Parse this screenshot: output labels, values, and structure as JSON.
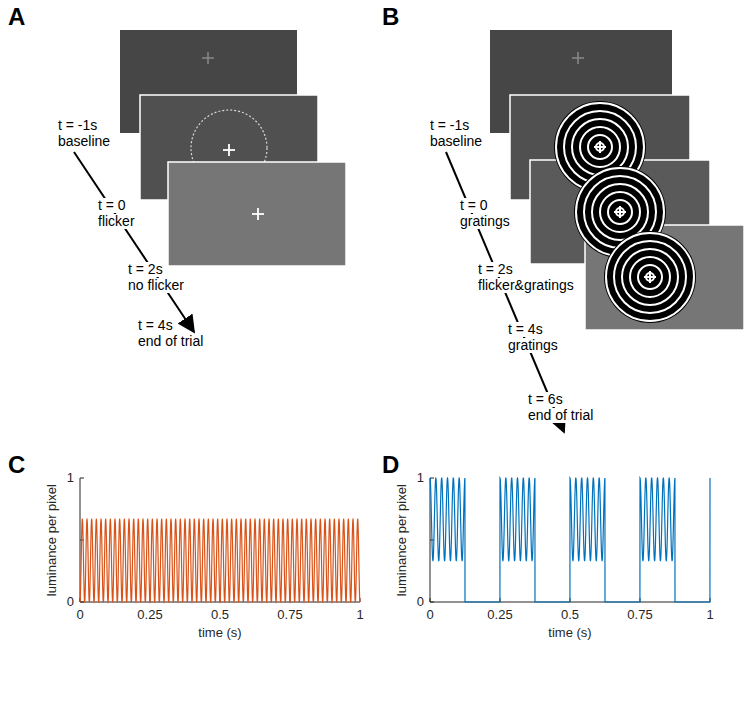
{
  "diagram": {
    "labels": [
      "A",
      "t = -1s",
      "baseline",
      "t = 0",
      "flicker",
      "t = 2s",
      "no flicker",
      "t = 4s",
      "end of trial",
      "B",
      "t = -1s",
      "baseline",
      "t = 0",
      "gratings",
      "t = 2s",
      "flicker&gratings",
      "t = 4s",
      "gratings",
      "t = 6s",
      "end of trial",
      "C",
      "1",
      "0",
      "luminance per pixel",
      "0",
      "0.25",
      "0.5",
      "0.75",
      "1",
      "time (s)",
      "D",
      "1",
      "0",
      "luminance per pixel",
      "0",
      "0.25",
      "0.5",
      "0.75",
      "1",
      "time (s)"
    ]
  }
}
